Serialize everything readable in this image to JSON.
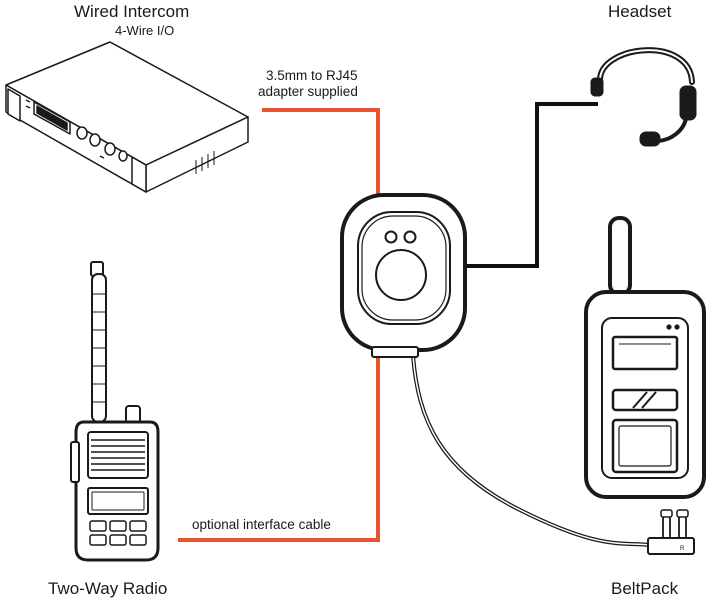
{
  "labels": {
    "wired_intercom": "Wired Intercom",
    "wired_intercom_sub": "4-Wire I/O",
    "adapter_line1": "3.5mm to RJ45",
    "adapter_line2": "adapter supplied",
    "headset": "Headset",
    "optional_cable": "optional interface cable",
    "two_way_radio": "Two-Way Radio",
    "beltpack": "BeltPack",
    "connector_mark": "R"
  },
  "colors": {
    "cable_orange": "#e8522e",
    "cable_black": "#111111",
    "outline": "#1a1a1a"
  },
  "icons": [
    "rack-unit-icon",
    "headset-icon",
    "interface-box-icon",
    "beltpack-icon",
    "two-way-radio-icon",
    "dual-pin-connector-icon"
  ]
}
